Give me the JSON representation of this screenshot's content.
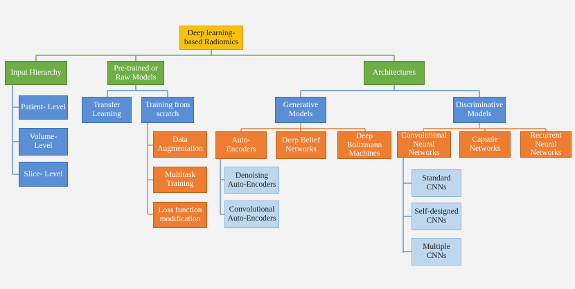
{
  "nodes": {
    "root": "Deep learning-based Radiomics",
    "input_hierarchy": "Input Hierarchy",
    "patient_level": "Patient- Level",
    "volume_level": "Volume-Level",
    "slice_level": "Slice- Level",
    "pretrained_raw": "Pre-trained or Raw Models",
    "transfer_learning": "Transfer Learning",
    "training_from_scratch": "Training from scratch",
    "data_augmentation": "Data Augmentation",
    "multitask_training": "Multitask Training",
    "loss_function_modification": "Loss function modification",
    "architectures": "Architectures",
    "generative_models": "Generative Models",
    "auto_encoders": "Auto-Encoders",
    "denoising_auto_encoders": "Denoising Auto-Encoders",
    "convolutional_auto_encoders": "Convolutional Auto-Encoders",
    "deep_belief_networks": "Deep Belief Networks",
    "deep_boltzmann_machines": "Deep Boltzmann Machines",
    "discriminative_models": "Discriminative Models",
    "cnn": "Convolutional Neural Networks",
    "standard_cnns": "Standard CNNs",
    "self_designed_cnns": "Self-designed CNNs",
    "multiple_cnns": "Multiple CNNs",
    "capsule_networks": "Capsule Networks",
    "recurrent_neural_networks": "Recurrent Neural Networks"
  },
  "colors": {
    "root": "#f7c10f",
    "level1": "#6fad46",
    "level2": "#5a8fd6",
    "level3": "#ec7d31",
    "level4": "#bdd7ee",
    "connector_green": "#6fad46",
    "connector_blue": "#5a8fd6",
    "connector_orange": "#ec7d31"
  }
}
